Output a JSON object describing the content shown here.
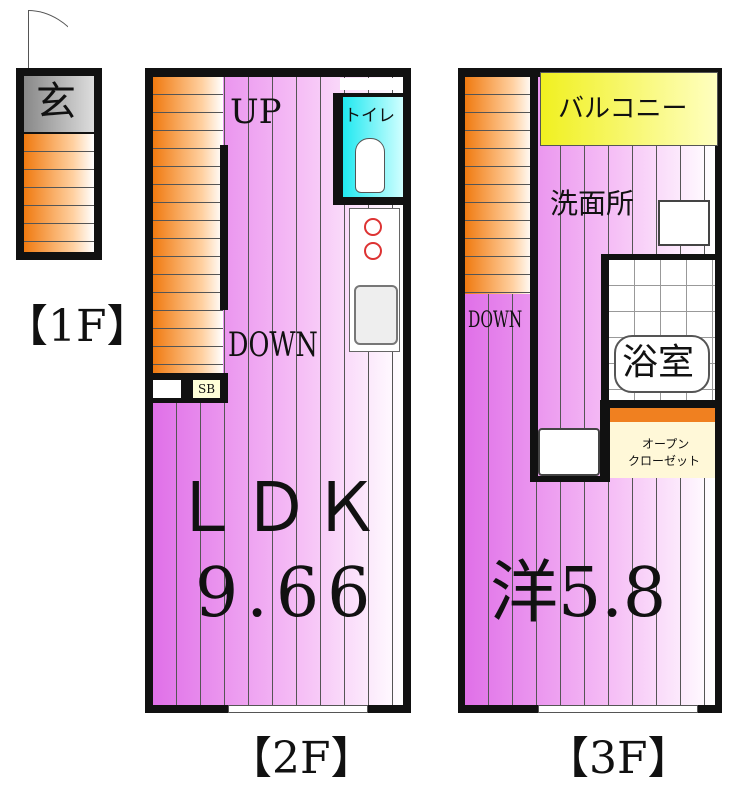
{
  "floor_1": {
    "entrance": "玄",
    "label": "【1F】"
  },
  "floor_2": {
    "up": "UP",
    "toilet": "トイレ",
    "down": "DOWN",
    "sb": "SB",
    "room_type": "ＬＤＫ",
    "room_size": "9.66",
    "label": "【2F】"
  },
  "floor_3": {
    "balcony": "バルコニー",
    "washroom": "洗面所",
    "down": "DOWN",
    "bathroom": "浴室",
    "closet_line1": "オープン",
    "closet_line2": "クローゼット",
    "room": "洋5.8",
    "label": "【3F】"
  },
  "colors": {
    "stairs": "#f07a10",
    "floor": "#e070e8",
    "toilet": "#30f0f0",
    "balcony": "#f0f020"
  }
}
